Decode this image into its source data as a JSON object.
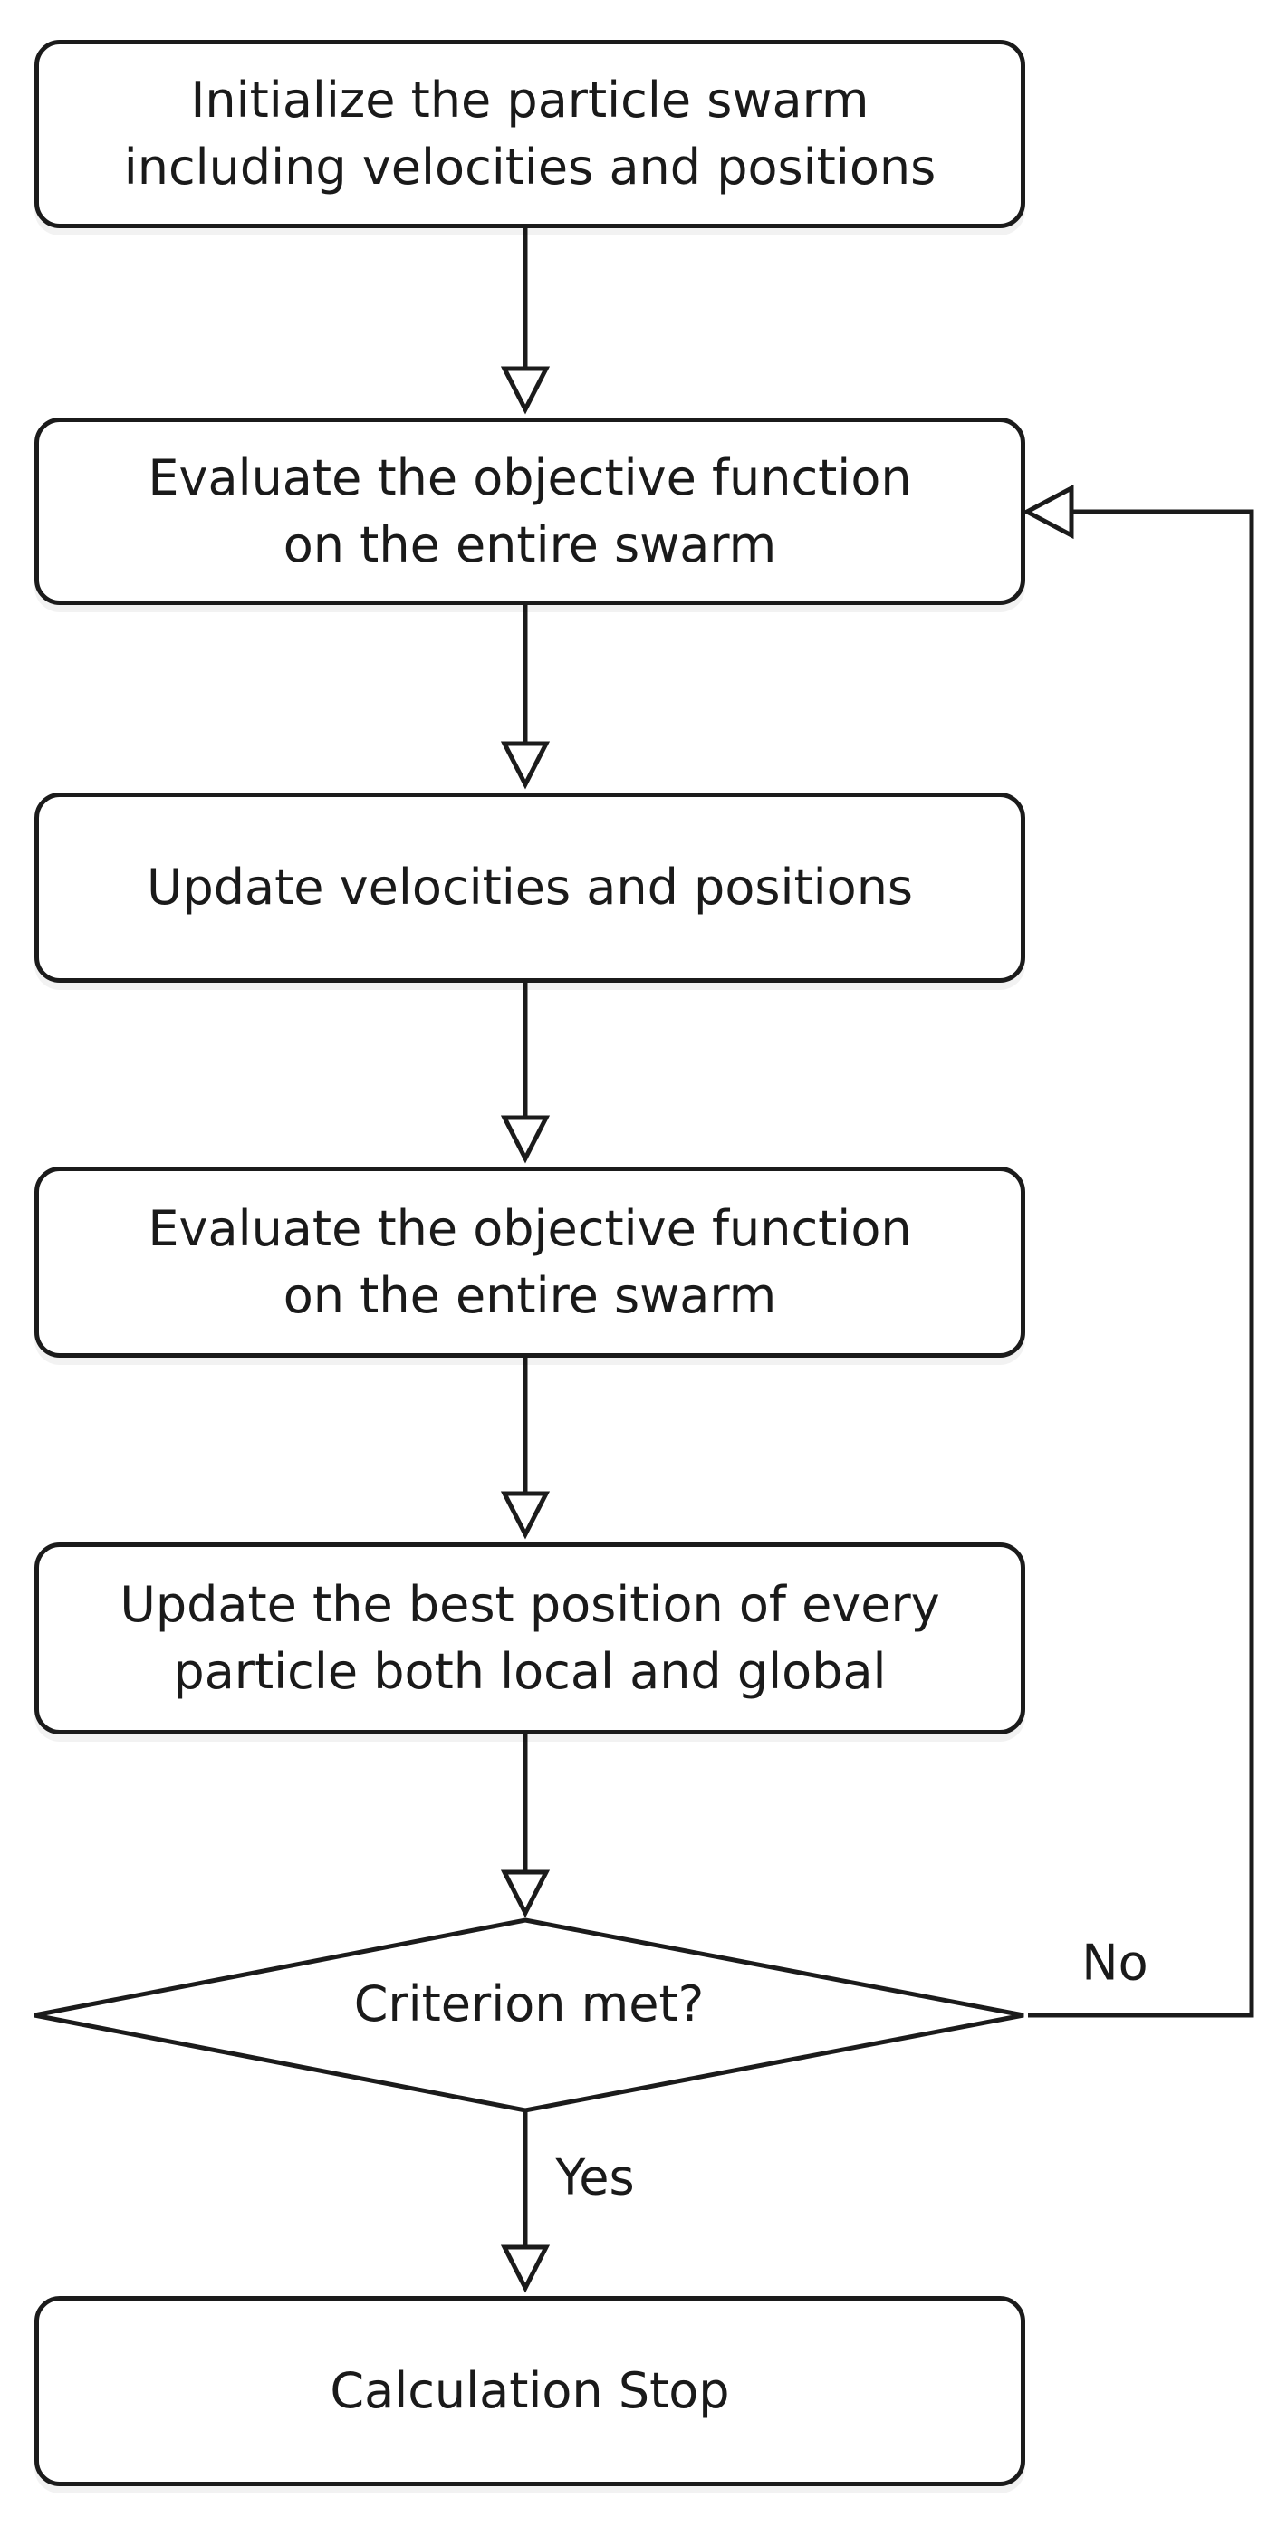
{
  "diagram": {
    "type": "flowchart",
    "colors": {
      "stroke": "#1b1b1b",
      "text": "#1a1a1a",
      "node_fill": "#ffffff",
      "bg": "#ffffff"
    },
    "nodes": {
      "initialize": {
        "shape": "rounded-rectangle",
        "line1": "Initialize the particle swarm",
        "line2": "including velocities and positions"
      },
      "evaluate_1": {
        "shape": "rounded-rectangle",
        "line1": "Evaluate the objective function",
        "line2": "on the entire swarm"
      },
      "update_velocities": {
        "shape": "rounded-rectangle",
        "line1": "Update velocities and positions"
      },
      "evaluate_2": {
        "shape": "rounded-rectangle",
        "line1": "Evaluate the objective function",
        "line2": "on the entire swarm"
      },
      "update_best": {
        "shape": "rounded-rectangle",
        "line1": "Update the best position of every",
        "line2": "particle both local and global"
      },
      "decision": {
        "shape": "diamond",
        "line1": "Criterion met?"
      },
      "stop": {
        "shape": "rounded-rectangle",
        "line1": "Calculation Stop"
      }
    },
    "edge_labels": {
      "yes": "Yes",
      "no": "No"
    }
  }
}
